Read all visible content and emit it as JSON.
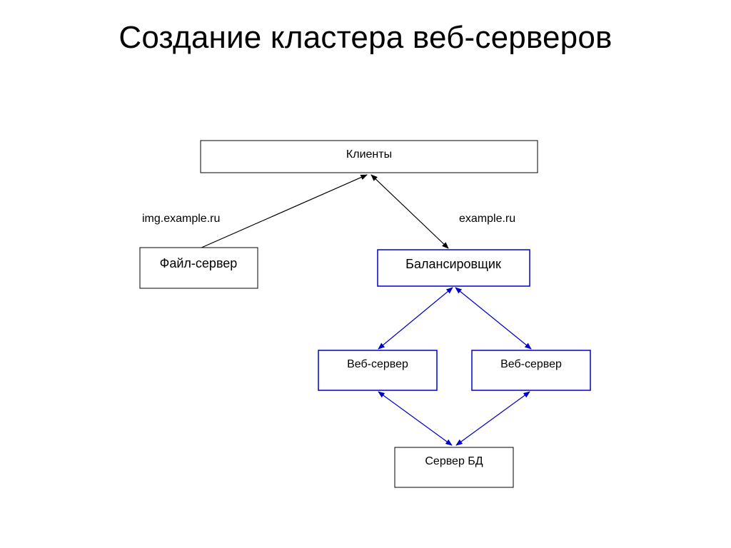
{
  "title": "Создание кластера веб-серверов",
  "colors": {
    "black": "#000000",
    "blue": "#0000cc"
  },
  "nodes": {
    "clients": "Клиенты",
    "file_server": "Файл-сервер",
    "balancer": "Балансировщик",
    "web_server_1": "Веб-сервер",
    "web_server_2": "Веб-сервер",
    "db_server": "Сервер БД"
  },
  "edge_labels": {
    "img": "img.example.ru",
    "main": "example.ru"
  }
}
